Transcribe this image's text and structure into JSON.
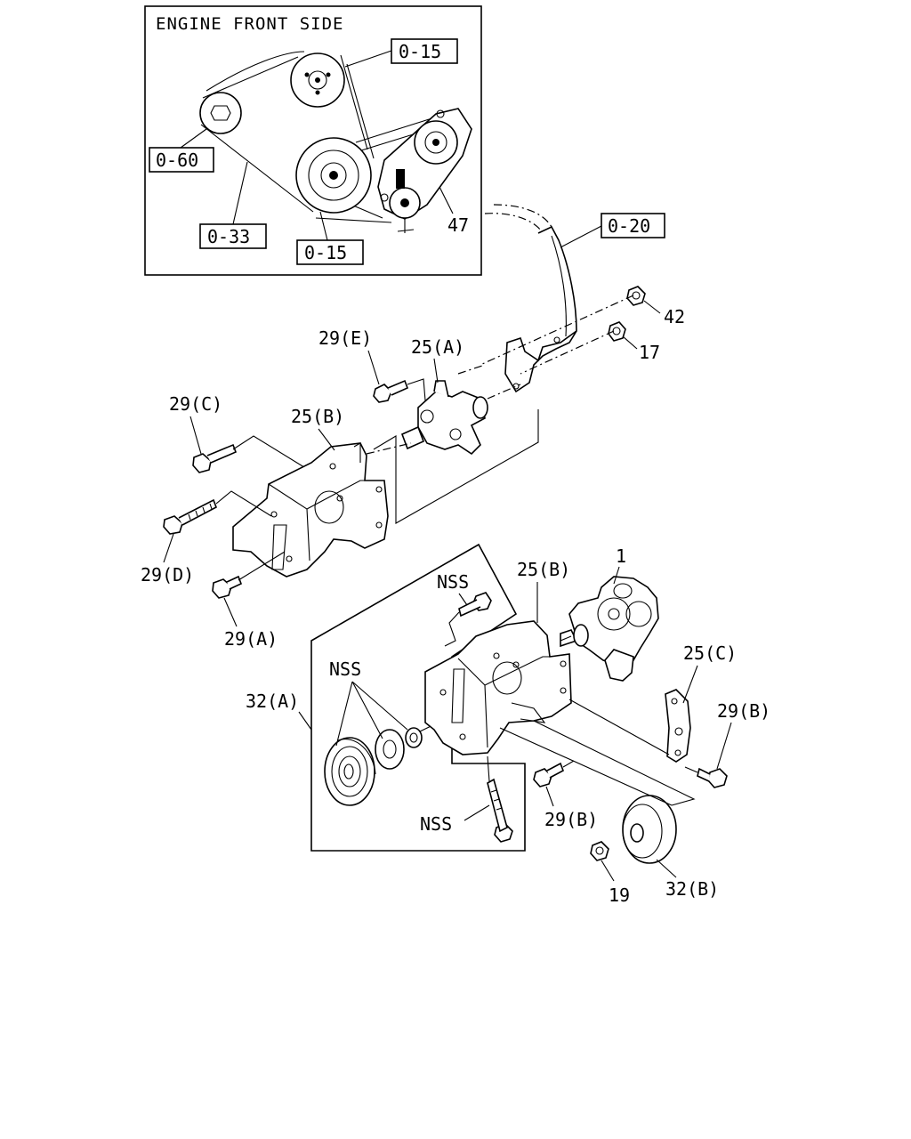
{
  "inset": {
    "title": "ENGINE FRONT SIDE",
    "refs": {
      "r015_top": "0-15",
      "r060": "0-60",
      "r033": "0-33",
      "r015_bottom": "0-15"
    },
    "part_47": "47"
  },
  "refs": {
    "r020": "0-20"
  },
  "labels": {
    "p42": "42",
    "p17": "17",
    "p29E": "29(E)",
    "p25A": "25(A)",
    "p29C": "29(C)",
    "p25B_upper": "25(B)",
    "p29D": "29(D)",
    "p29A": "29(A)",
    "p1": "1",
    "p25B_lower": "25(B)",
    "nss_upper": "NSS",
    "nss_left": "NSS",
    "nss_lower": "NSS",
    "p32A": "32(A)",
    "p25C": "25(C)",
    "p29B_right": "29(B)",
    "p29B_lower": "29(B)",
    "p19": "19",
    "p32B": "32(B)"
  }
}
